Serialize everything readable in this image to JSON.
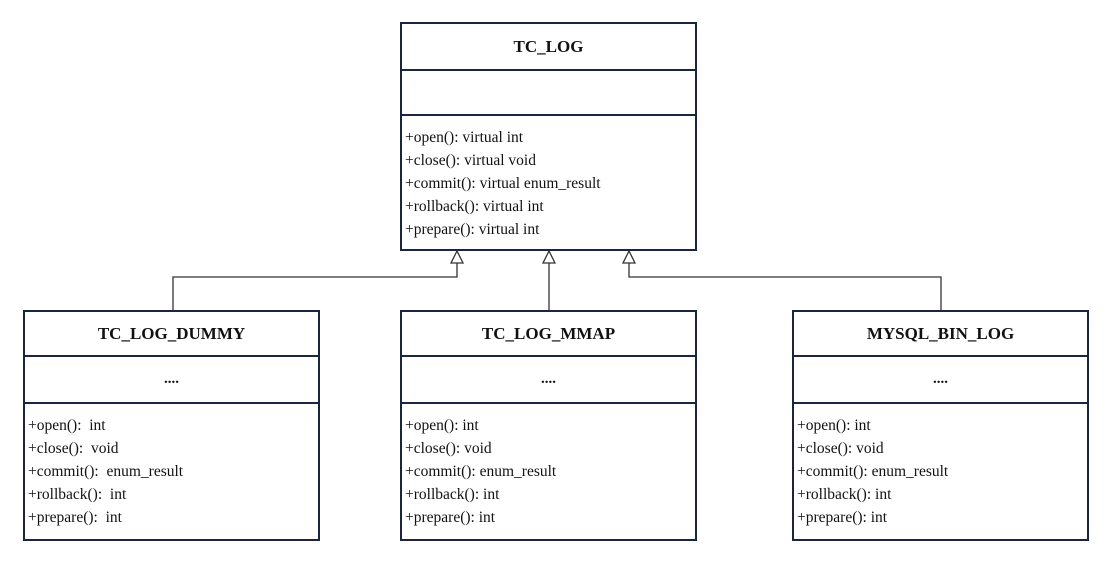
{
  "colors": {
    "border": "#1a2540",
    "line": "#333333",
    "text": "#111111"
  },
  "classes": {
    "tc_log": {
      "name": "TC_LOG",
      "attributes": "",
      "operations": [
        "+open(): virtual int",
        "+close(): virtual void",
        "+commit(): virtual enum_result",
        "+rollback(): virtual int",
        "+prepare(): virtual int"
      ]
    },
    "tc_log_dummy": {
      "name": "TC_LOG_DUMMY",
      "attributes": "....",
      "operations": [
        "+open():  int",
        "+close():  void",
        "+commit():  enum_result",
        "+rollback():  int",
        "+prepare():  int"
      ]
    },
    "tc_log_mmap": {
      "name": "TC_LOG_MMAP",
      "attributes": "....",
      "operations": [
        "+open(): int",
        "+close(): void",
        "+commit(): enum_result",
        "+rollback(): int",
        "+prepare(): int"
      ]
    },
    "mysql_bin_log": {
      "name": "MYSQL_BIN_LOG",
      "attributes": "....",
      "operations": [
        "+open(): int",
        "+close(): void",
        "+commit(): enum_result",
        "+rollback(): int",
        "+prepare(): int"
      ]
    }
  }
}
